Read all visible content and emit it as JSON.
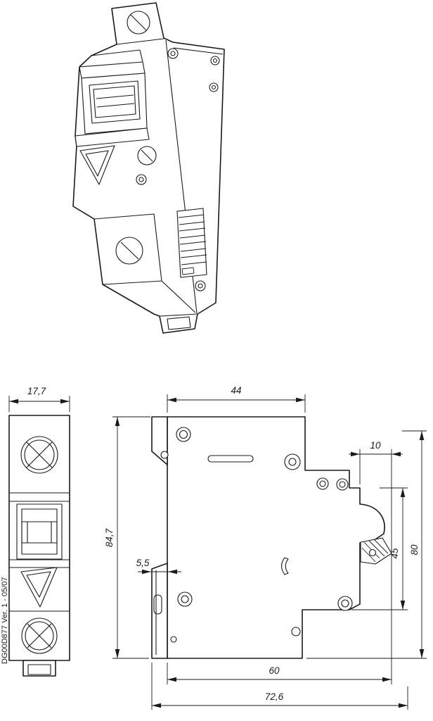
{
  "drawing": {
    "code_label": "DG00D877 Ver. 1 - 05/07",
    "line_color": "#1a1a1a",
    "background_color": "#ffffff",
    "dims": {
      "front_width": "17,7",
      "top_width": "44",
      "nose_depth": "10",
      "overall_height": "84,7",
      "flange_offset": "5,5",
      "recess_height": "45",
      "right_height": "80",
      "body_depth": "60",
      "overall_depth": "72,6"
    }
  }
}
